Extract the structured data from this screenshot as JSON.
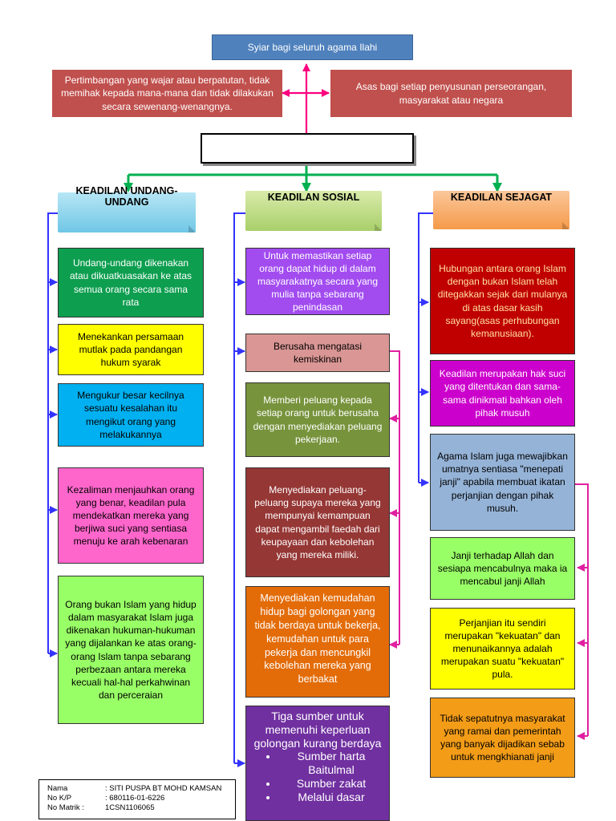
{
  "top_title": "Syiar bagi seluruh agama Ilahi",
  "left_top_text": "Pertimbangan yang wajar atau berpatutan, tidak memihak kepada mana-mana dan tidak dilakukan secara sewenang-wenangnya.",
  "right_top_text": "Asas bagi setiap penyusunan perseorangan, masyarakat atau negara",
  "center_box_text": "",
  "columns": {
    "undang": {
      "title": "KEADILAN UNDANG-UNDANG",
      "boxes": [
        "Undang-undang dikenakan atau dikuatkuasakan ke atas semua orang secara sama rata",
        "Menekankan persamaan mutlak pada pandangan hukum syarak",
        "Mengukur besar kecilnya sesuatu kesalahan itu mengikut orang yang melakukannya",
        "Kezaliman menjauhkan orang yang benar, keadilan pula  mendekatkan mereka yang berjiwa suci yang sentiasa menuju ke arah kebenaran",
        "Orang bukan Islam yang hidup dalam masyarakat Islam juga dikenakan hukuman-hukuman yang dijalankan ke atas orang-orang Islam tanpa sebarang perbezaan antara mereka kecuali hal-hal perkahwinan dan perceraian"
      ]
    },
    "sosial": {
      "title": "KEADILAN SOSIAL",
      "boxes": [
        "Untuk memastikan setiap orang dapat hidup di dalam masyarakatnya secara yang mulia tanpa sebarang penindasan",
        "Berusaha mengatasi kemiskinan",
        "Memberi peluang kepada setiap orang untuk berusaha dengan menyediakan peluang pekerjaan.",
        "Menyediakan peluang-peluang supaya mereka yang mempunyai kemampuan dapat mengambil faedah dari keupayaan dan kebolehan yang mereka miliki.",
        "Menyediakan kemudahan hidup bagi golongan yang tidak berdaya untuk bekerja, kemudahan untuk para pekerja dan mencungkil kebolehan mereka yang berbakat"
      ],
      "last_box": {
        "intro": "Tiga sumber untuk memenuhi keperluan golongan kurang berdaya",
        "items": [
          "Sumber harta Baitulmal",
          "Sumber zakat",
          "Melalui dasar"
        ]
      }
    },
    "sejagat": {
      "title": "KEADILAN SEJAGAT",
      "boxes": [
        "Hubungan antara orang Islam dengan bukan Islam telah ditegakkan sejak dari mulanya di atas dasar kasih sayang(asas perhubungan kemanusiaan).",
        "Keadilan merupakan hak suci yang ditentukan dan sama-sama dinikmati bahkan oleh pihak musuh",
        "Agama Islam juga mewajibkan umatnya sentiasa \"menepati janji\" apabila membuat ikatan perjanjian dengan pihak musuh.",
        "Janji terhadap Allah dan sesiapa mencabulnya maka ia mencabul janji Allah",
        "Perjanjian itu sendiri merupakan \"kekuatan\" dan menunaikannya adalah merupakan suatu \"kekuatan\" pula.",
        "Tidak sepatutnya masyarakat yang ramai dan pemerintah yang banyak dijadikan sebab untuk mengkhianati janji"
      ]
    }
  },
  "info": {
    "nama_label": "Nama",
    "nama_value": ": SITI PUSPA BT MOHD KAMSAN",
    "kp_label": "No K/P",
    "kp_value": ": 680116-01-6226",
    "matrik_label": "No Matrik :",
    "matrik_value": "1CSN1106065"
  },
  "colors": {
    "title_blue": "#4f81bd",
    "maroon": "#c0504d",
    "green_arrow": "#00b050",
    "pink_arrow": "#ff007f",
    "blue_arrow": "#3333ff",
    "magenta_arrow": "#e020a0"
  }
}
